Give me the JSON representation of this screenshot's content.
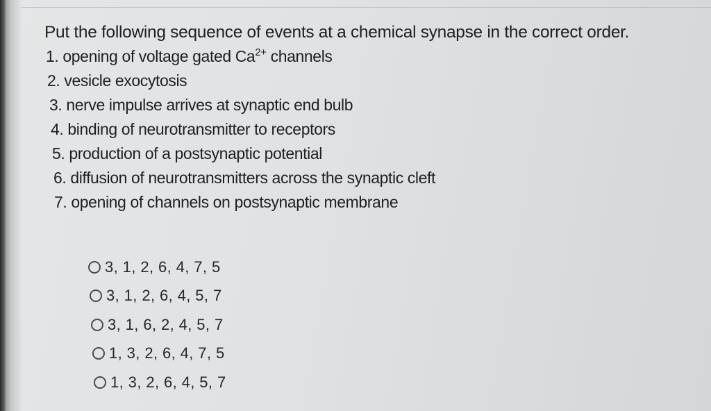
{
  "question": {
    "title": "Put the following sequence of events at a chemical synapse in the correct order.",
    "events": [
      {
        "num": "1.",
        "text": "opening of voltage gated Ca",
        "superscript": "2+",
        "text_after": " channels"
      },
      {
        "num": "2.",
        "text": "vesicle exocytosis"
      },
      {
        "num": "3.",
        "text": "nerve impulse arrives at synaptic end bulb"
      },
      {
        "num": "4.",
        "text": "binding of neurotransmitter to receptors"
      },
      {
        "num": "5.",
        "text": "production of a postsynaptic potential"
      },
      {
        "num": "6.",
        "text": "diffusion of neurotransmitters across the synaptic cleft"
      },
      {
        "num": "7.",
        "text": "opening of channels on postsynaptic membrane"
      }
    ]
  },
  "options": [
    {
      "label": "3, 1, 2, 6, 4, 7, 5",
      "selected": false
    },
    {
      "label": "3, 1, 2, 6, 4, 5, 7",
      "selected": false
    },
    {
      "label": "3, 1, 6, 2, 4, 5, 7",
      "selected": false
    },
    {
      "label": "1, 3, 2, 6, 4, 7, 5",
      "selected": false
    },
    {
      "label": "1, 3, 2, 6, 4, 5, 7",
      "selected": false
    }
  ],
  "colors": {
    "text": "#1f1f1f",
    "radio_border": "#4b4b4b",
    "background": "#e0e3e4"
  },
  "icons": {
    "radio": "radio-unselected-icon"
  }
}
